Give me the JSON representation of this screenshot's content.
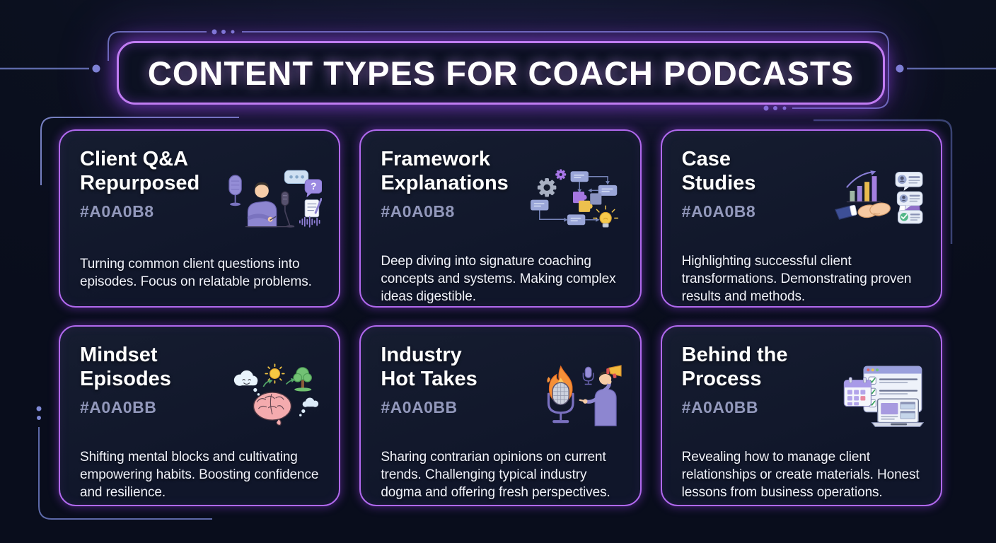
{
  "page": {
    "background": "#0b101f",
    "accent_purple": "#B169EE",
    "frame_line_color": "#5D69A8",
    "dot_color": "#7F89D6"
  },
  "header": {
    "title": "CONTENT TYPES FOR COACH PODCASTS"
  },
  "cards": [
    {
      "title": "Client Q&A Repurposed",
      "title_lines": [
        "Client Q&A",
        "Repurposed"
      ],
      "hex": "#A0A0B8",
      "description": "Turning common client questions into episodes. Focus on relatable problems.",
      "illustration": "person-writing-with-microphones-chat-bubbles-note-waveform"
    },
    {
      "title": "Framework Explanations",
      "title_lines": [
        "Framework",
        "Explanations"
      ],
      "hex": "#A0A0B8",
      "description": "Deep diving into signature coaching concepts and systems. Making complex ideas digestible.",
      "illustration": "gears-flowchart-puzzle-pieces-lightbulb"
    },
    {
      "title": "Case Studies",
      "title_lines": [
        "Case",
        "Studies"
      ],
      "hex": "#A0A0B8",
      "description": "Highlighting successful client transformations. Demonstrating proven results and methods.",
      "illustration": "handshake-growth-chart-testimonial-cards"
    },
    {
      "title": "Mindset Episodes",
      "title_lines": [
        "Mindset",
        "Episodes"
      ],
      "hex": "#A0A0BB",
      "description": "Shifting mental blocks and cultivating empowering habits. Boosting confidence and resilience.",
      "illustration": "brain-happy-cloud-sun-tree"
    },
    {
      "title": "Industry Hot Takes",
      "title_lines": [
        "Industry",
        "Hot Takes"
      ],
      "hex": "#A0A0BB",
      "description": "Sharing contrarian opinions on current trends. Challenging typical industry dogma and offering fresh perspectives.",
      "illustration": "flaming-microphone-person-pointing-megaphone"
    },
    {
      "title": "Behind the Process",
      "title_lines": [
        "Behind the",
        "Process"
      ],
      "hex": "#A0A0BB",
      "description": "Revealing how to manage client relationships or create materials. Honest lessons from business operations.",
      "illustration": "checklist-window-calendar-laptop"
    }
  ]
}
